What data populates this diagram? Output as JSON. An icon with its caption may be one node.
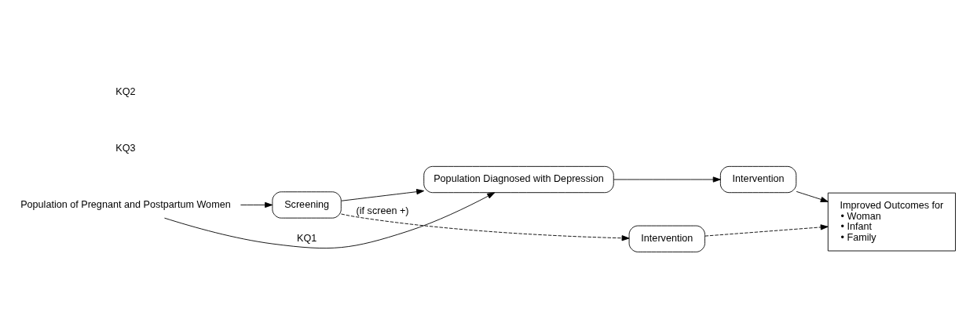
{
  "diagram": {
    "nodes": [
      {
        "text": [
          "Population of Pregnant and Postpartum Women"
        ]
      },
      {
        "text": [
          "Screening"
        ]
      },
      {
        "text": [
          "Population Diagnosed with Depression"
        ]
      },
      {
        "text": [
          "Intervention"
        ]
      },
      {
        "text": [
          "Improved Outcomes for",
          "• Woman",
          "• Infant",
          "• Family"
        ]
      },
      {
        "text": [
          "Intervention"
        ]
      }
    ],
    "edges": [
      {
        "from": 0,
        "to": 1,
        "arrow": "to"
      },
      {
        "from": 1,
        "to": 2,
        "arrow": "to"
      },
      {
        "from": 2,
        "to": 3,
        "arrow": "to"
      },
      {
        "from": 3,
        "to": 4,
        "arrow": "to"
      },
      {
        "from": 1,
        "to": 5,
        "arrow": "to",
        "style": "dashed",
        "label": "(if screen +)"
      },
      {
        "from": 5,
        "to": 4,
        "arrow": "to",
        "style": "dashed"
      },
      {
        "from": 0,
        "to": 2,
        "arrow": "to",
        "label": "KQ1"
      }
    ],
    "labels": [
      "KQ3",
      "KQ2"
    ]
  }
}
